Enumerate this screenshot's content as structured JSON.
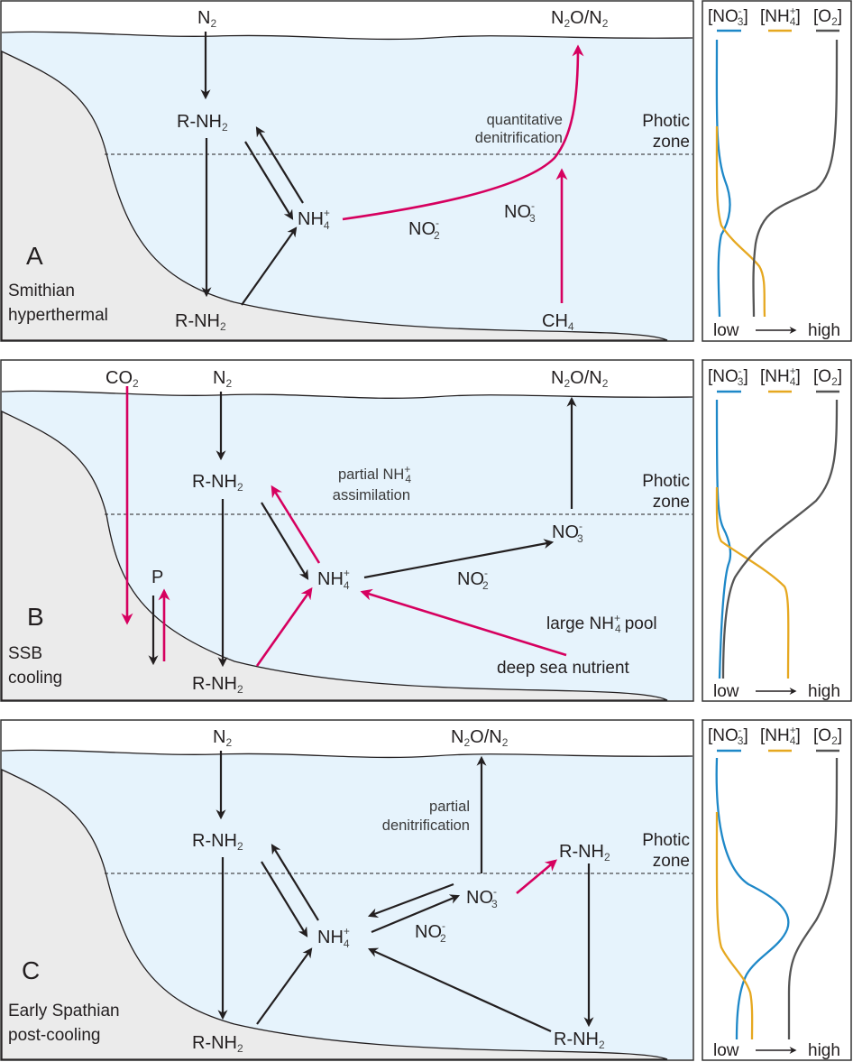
{
  "figure": {
    "colors": {
      "water": "#e6f3fc",
      "seafloor": "#ebebeb",
      "black_arrow": "#231f20",
      "red_arrow": "#d6005f",
      "nitrate_line": "#1e88c8",
      "ammonium_line": "#e6a820",
      "oxygen_line": "#555555"
    },
    "panels": [
      {
        "id": "A",
        "letter": "A",
        "scenario_line1": "Smithian",
        "scenario_line2": "hyperthermal",
        "labels": {
          "n2_top": "N",
          "rnh2_upper": "R-NH",
          "rnh2_lower": "R-NH",
          "nh4": "NH",
          "no2": "NO",
          "no3": "NO",
          "ch4": "CH",
          "n2o_n2": "N",
          "process_line1": "quantitative",
          "process_line2": "denitrification",
          "photic_line1": "Photic",
          "photic_line2": "zone"
        },
        "profile": {
          "legend": [
            "[NO",
            "3",
            "-",
            "]",
            "[NH",
            "4",
            "+",
            "]",
            "[O",
            "2",
            "]"
          ],
          "axis_low": "low",
          "axis_high": "high"
        }
      },
      {
        "id": "B",
        "letter": "B",
        "scenario_line1": "SSB",
        "scenario_line2": "cooling",
        "labels": {
          "co2": "CO",
          "n2_top": "N",
          "rnh2_upper": "R-NH",
          "rnh2_lower": "R-NH",
          "nh4": "NH",
          "no2": "NO",
          "no3": "NO",
          "p": "P",
          "n2o_n2": "N",
          "process_line1": "partial NH",
          "process_line2": "assimilation",
          "pool_label": "large NH",
          "pool_label_tail": "pool",
          "deep_sea": "deep sea nutrient",
          "photic_line1": "Photic",
          "photic_line2": "zone"
        },
        "profile": {
          "axis_low": "low",
          "axis_high": "high"
        }
      },
      {
        "id": "C",
        "letter": "C",
        "scenario_line1": "Early Spathian",
        "scenario_line2": "post-cooling",
        "labels": {
          "n2_top": "N",
          "rnh2_upper": "R-NH",
          "rnh2_lower": "R-NH",
          "rnh2_right_upper": "R-NH",
          "rnh2_right_lower": "R-NH",
          "nh4": "NH",
          "no2": "NO",
          "no3": "NO",
          "n2o_n2": "N",
          "process_line1": "partial",
          "process_line2": "denitrification",
          "photic_line1": "Photic",
          "photic_line2": "zone"
        },
        "profile": {
          "axis_low": "low",
          "axis_high": "high"
        }
      }
    ],
    "chem": {
      "sub2": "2",
      "sub3": "3",
      "sub4": "4",
      "minus": "-",
      "plus": "+",
      "o_slash_n": "O/N",
      "legend_no3": "[NO",
      "legend_nh4": "[NH",
      "legend_o2": "[O",
      "close_bracket": "]"
    }
  }
}
